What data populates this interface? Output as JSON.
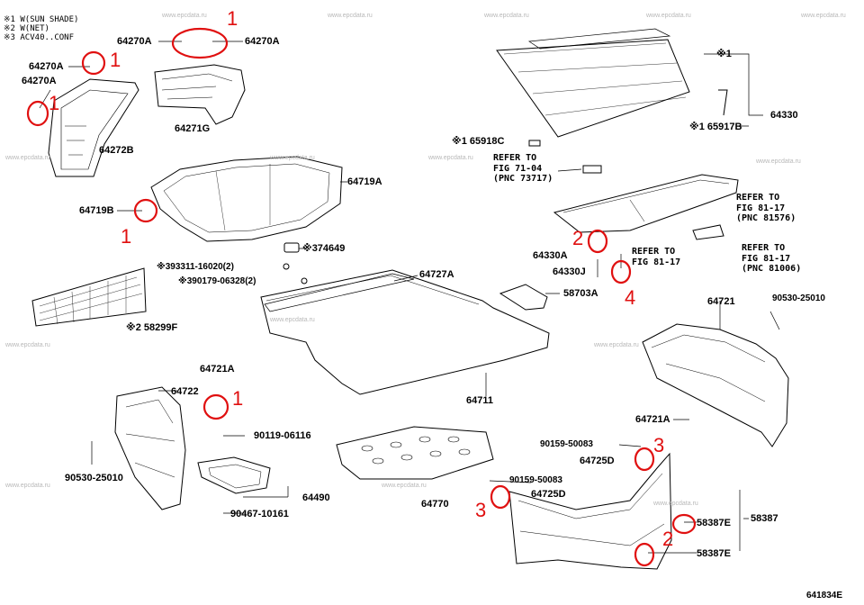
{
  "legend": [
    {
      "mark": "※1",
      "text": "W(SUN SHADE)"
    },
    {
      "mark": "※2",
      "text": "W(NET)"
    },
    {
      "mark": "※3",
      "text": "ACV40..CONF"
    }
  ],
  "watermark": "www.epcdata.ru",
  "figure_id": "641834E",
  "parts": {
    "p64270A_1": "64270A",
    "p64270A_2": "64270A",
    "p64270A_3": "64270A",
    "p64270A_4": "64270A",
    "p64272B": "64272B",
    "p64271G": "64271G",
    "p64719A": "64719A",
    "p64719B": "64719B",
    "p74649": "※374649",
    "p93311": "※393311-16020(2)",
    "p90179": "※390179-06328(2)",
    "p58299F": "※2 58299F",
    "p64727A": "64727A",
    "p64711": "64711",
    "p64721A_1": "64721A",
    "p64722": "64722",
    "p90530_1": "90530-25010",
    "p90119": "90119-06116",
    "p64490": "64490",
    "p90467": "90467-10161",
    "p64770": "64770",
    "p65918C": "※1 65918C",
    "p65917B": "※1 65917B",
    "p64330": "64330",
    "p64330A": "64330A",
    "p64330J": "64330J",
    "p58703A": "58703A",
    "p64721": "64721",
    "p90530_2": "90530-25010",
    "p64721A_2": "64721A",
    "p90159_1": "90159-50083",
    "p64725D_1": "64725D",
    "p90159_2": "90159-50083",
    "p64725D_2": "64725D",
    "p58387": "58387",
    "p58387E_1": "58387E",
    "p58387E_2": "58387E",
    "sun1": "※1"
  },
  "refs": {
    "r1": "REFER TO\nFIG 71-04\n(PNC 73717)",
    "r2": "REFER TO\nFIG 81-17\n(PNC 81576)",
    "r3": "REFER TO\nFIG 81-17",
    "r4": "REFER TO\nFIG 81-17\n(PNC 81006)"
  },
  "annotations": [
    "1",
    "1",
    "1",
    "1",
    "1",
    "2",
    "2",
    "4",
    "3",
    "3"
  ],
  "colors": {
    "line": "#000000",
    "annotation": "#e01010",
    "watermark": "#b8b8b8"
  }
}
